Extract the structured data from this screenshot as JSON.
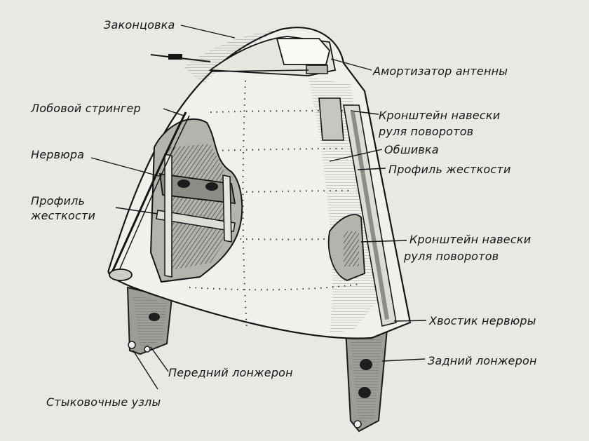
{
  "labels": {
    "zakoncovka": "Законцовка",
    "amortizator": "Амортизатор антенны",
    "lobovoy_stringer": "Лобовой стрингер",
    "kronshtein_upper_1": "Кронштейн навески",
    "kronshtein_upper_2": "руля поворотов",
    "obshivka": "Обшивка",
    "profil_right": "Профиль жесткости",
    "nervyura": "Нервюра",
    "profil_left_1": "Профиль",
    "profil_left_2": "жесткости",
    "kronshtein_lower_1": "Кронштейн навески",
    "kronshtein_lower_2": "руля поворотов",
    "khvostik": "Хвостик нервюры",
    "zadniy_lonzheron": "Задний лонжерон",
    "peredniy_lonzheron": "Передний лонжерон",
    "stykovochnye": "Стыковочные узлы"
  }
}
